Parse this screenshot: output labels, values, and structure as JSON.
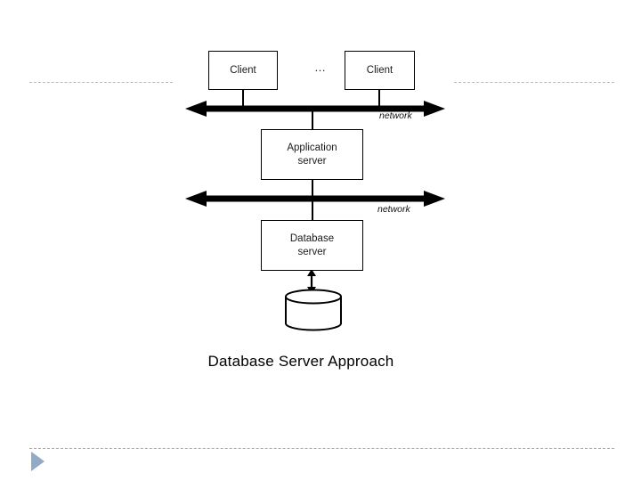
{
  "slide": {
    "caption": "Database Server Approach",
    "background_color": "#ffffff",
    "accent_color": "#93aac6",
    "line_color": "#000000",
    "rule_color": "#b9b9b9"
  },
  "diagram": {
    "type": "architecture-diagram",
    "nodes": [
      {
        "id": "client-left",
        "label": "Client",
        "label_line1": "Client",
        "label_line2": ""
      },
      {
        "id": "client-right",
        "label": "Client",
        "label_line1": "Client",
        "label_line2": ""
      },
      {
        "id": "app-server",
        "label": "Application server",
        "label_line1": "Application",
        "label_line2": "server"
      },
      {
        "id": "db-server",
        "label": "Database server",
        "label_line1": "Database",
        "label_line2": "server"
      }
    ],
    "ellipsis": "…",
    "buses": [
      {
        "id": "network-bus-1",
        "label": "network",
        "style": "double-headed-arrow"
      },
      {
        "id": "network-bus-2",
        "label": "network",
        "style": "double-headed-arrow"
      }
    ],
    "storage": {
      "id": "database-cylinder",
      "shape": "cylinder",
      "label": "",
      "link": "double-headed-arrow"
    }
  },
  "decor": {
    "bullet_marker": "play-triangle",
    "dashed_rules": 3
  }
}
